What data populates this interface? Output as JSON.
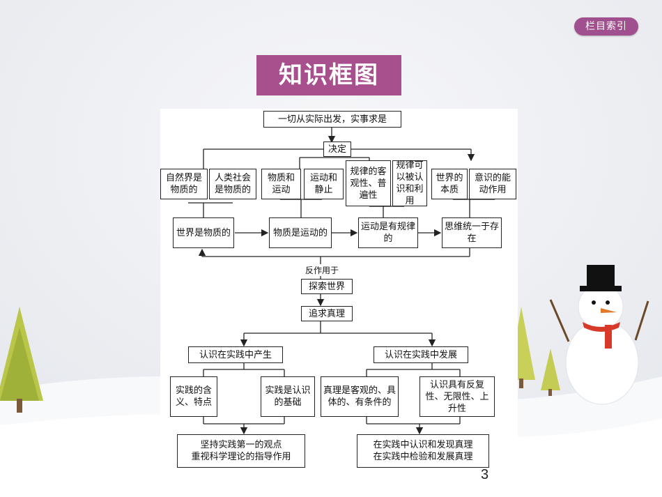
{
  "header": {
    "index_button": "栏目索引",
    "title": "知识框图"
  },
  "diagram": {
    "top": "一切从实际出发，实事求是",
    "decide": "决定",
    "row1": [
      "自然界是物质的",
      "人类社会是物质的",
      "物质和运动",
      "运动和静止",
      "规律的客观性、普遍性",
      "规律可以被认识和利用",
      "世界的本质",
      "意识的能动作用"
    ],
    "row2": [
      "世界是物质的",
      "物质是运动的",
      "运动是有规律的",
      "思维统一于存在"
    ],
    "reaction_label": "反作用于",
    "explore": "探索世界",
    "pursue": "追求真理",
    "left_branch": "认识在实践中产生",
    "right_branch": "认识在实践中发展",
    "left_children": [
      "实践的含义、特点",
      "实践是认识的基础"
    ],
    "right_children": [
      "真理是客观的、具体的、有条件的",
      "认识具有反复性、无限性、上升性"
    ],
    "left_bottom": [
      "坚持实践第一的观点",
      "重视科学理论的指导作用"
    ],
    "right_bottom": [
      "在实践中认识和发现真理",
      "在实践中检验和发展真理"
    ]
  },
  "page_number": "3"
}
